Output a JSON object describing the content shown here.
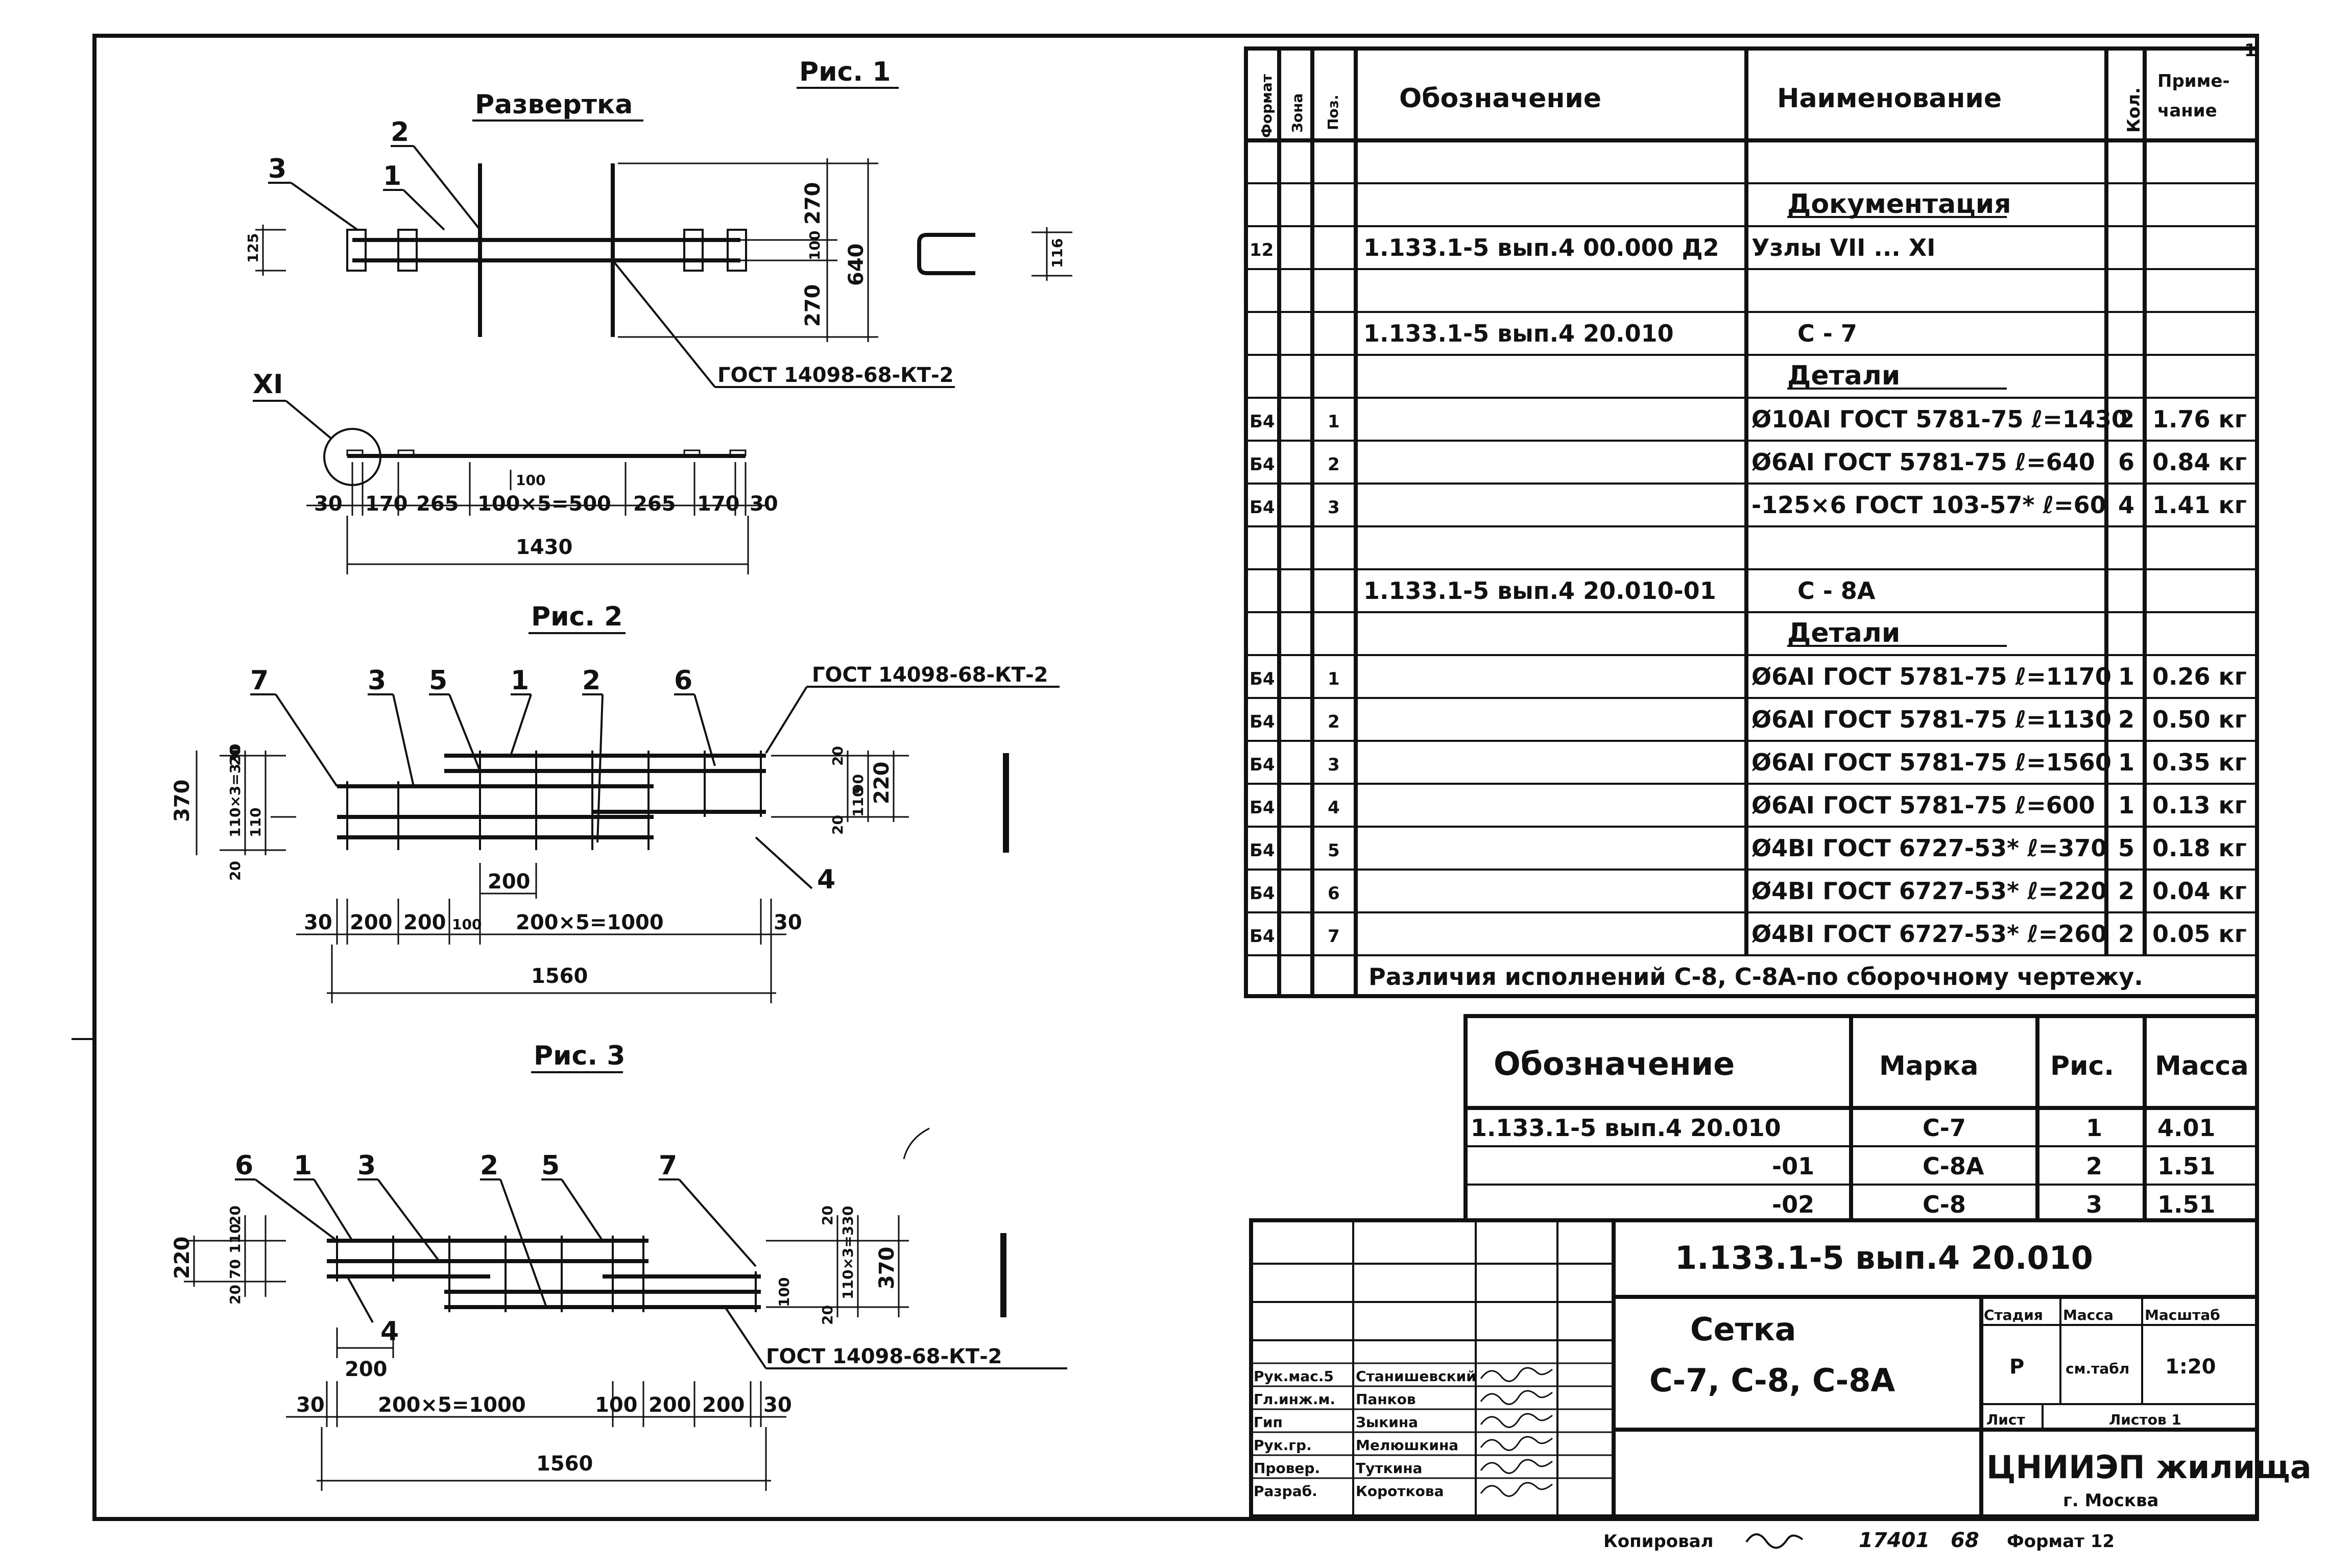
{
  "figures": {
    "fig1": {
      "title": "Рис. 1",
      "subtitle": "Развертка",
      "callouts": [
        "3",
        "2",
        "1"
      ],
      "gost_label": "ГОСТ 14098-68-КТ-2",
      "node_label": "XI",
      "left_dim": "125",
      "right_dim": "116",
      "vert_dims": [
        "270",
        "100",
        "270",
        "640"
      ],
      "top_dim": "100",
      "chain_dims": [
        "30",
        "170",
        "265",
        "100×5=500",
        "265",
        "170",
        "30"
      ],
      "total": "1430"
    },
    "fig2": {
      "title": "Рис. 2",
      "callouts": [
        "7",
        "3",
        "5",
        "1",
        "2",
        "6",
        "4"
      ],
      "gost_label": "ГОСТ 14098-68-КТ-2",
      "left_dims": [
        "20",
        "110×3=330",
        "110",
        "20",
        "370"
      ],
      "right_dims": [
        "20",
        "90",
        "110",
        "20",
        "220"
      ],
      "step_dim": "200",
      "chain_dims": [
        "30",
        "200",
        "200",
        "100",
        "200×5=1000",
        "30"
      ],
      "total": "1560"
    },
    "fig3": {
      "title": "Рис. 3",
      "callouts": [
        "6",
        "1",
        "3",
        "2",
        "5",
        "7",
        "4"
      ],
      "gost_label": "ГОСТ 14098-68-КТ-2",
      "left_dims": [
        "220",
        "20",
        "70",
        "110",
        "20"
      ],
      "right_dims": [
        "20",
        "110×3=330",
        "100",
        "20",
        "370"
      ],
      "step_dim": "200",
      "chain_dims": [
        "30",
        "200×5=1000",
        "100",
        "200",
        "200",
        "30"
      ],
      "total": "1560"
    }
  },
  "spec": {
    "headers": {
      "format": "Формат",
      "zone": "Зона",
      "pos": "Поз.",
      "designation": "Обозначение",
      "name": "Наименование",
      "qty": "Кол.",
      "note": "Приме-\nчание"
    },
    "rows": [
      {
        "format": "",
        "zone": "",
        "pos": "",
        "designation": "",
        "name": "",
        "qty": "",
        "note": ""
      },
      {
        "format": "",
        "zone": "",
        "pos": "",
        "designation": "",
        "name": "Документация",
        "qty": "",
        "note": "",
        "heading": true
      },
      {
        "format": "12",
        "zone": "",
        "pos": "",
        "designation": "1.133.1-5 вып.4 00.000 Д2",
        "name": "Узлы VII ... XI",
        "qty": "",
        "note": ""
      },
      {
        "format": "",
        "zone": "",
        "pos": "",
        "designation": "",
        "name": "",
        "qty": "",
        "note": ""
      },
      {
        "format": "",
        "zone": "",
        "pos": "",
        "designation": "1.133.1-5 вып.4 20.010",
        "name": "С - 7",
        "qty": "",
        "note": ""
      },
      {
        "format": "",
        "zone": "",
        "pos": "",
        "designation": "",
        "name": "Детали",
        "qty": "",
        "note": "",
        "heading": true
      },
      {
        "format": "Б4",
        "zone": "",
        "pos": "1",
        "designation": "",
        "name": "Ø10АI ГОСТ 5781-75 ℓ=1430",
        "qty": "2",
        "note": "1.76 кг"
      },
      {
        "format": "Б4",
        "zone": "",
        "pos": "2",
        "designation": "",
        "name": "Ø6АI ГОСТ 5781-75 ℓ=640",
        "qty": "6",
        "note": "0.84 кг"
      },
      {
        "format": "Б4",
        "zone": "",
        "pos": "3",
        "designation": "",
        "name": "-125×6 ГОСТ 103-57* ℓ=60",
        "qty": "4",
        "note": "1.41 кг"
      },
      {
        "format": "",
        "zone": "",
        "pos": "",
        "designation": "",
        "name": "",
        "qty": "",
        "note": ""
      },
      {
        "format": "",
        "zone": "",
        "pos": "",
        "designation": "1.133.1-5 вып.4 20.010-01",
        "name": "С - 8А",
        "qty": "",
        "note": ""
      },
      {
        "format": "",
        "zone": "",
        "pos": "",
        "designation": "",
        "name": "Детали",
        "qty": "",
        "note": "",
        "heading": true
      },
      {
        "format": "Б4",
        "zone": "",
        "pos": "1",
        "designation": "",
        "name": "Ø6АI ГОСТ 5781-75 ℓ=1170",
        "qty": "1",
        "note": "0.26 кг"
      },
      {
        "format": "Б4",
        "zone": "",
        "pos": "2",
        "designation": "",
        "name": "Ø6АI ГОСТ 5781-75 ℓ=1130",
        "qty": "2",
        "note": "0.50 кг"
      },
      {
        "format": "Б4",
        "zone": "",
        "pos": "3",
        "designation": "",
        "name": "Ø6АI ГОСТ 5781-75 ℓ=1560",
        "qty": "1",
        "note": "0.35 кг"
      },
      {
        "format": "Б4",
        "zone": "",
        "pos": "4",
        "designation": "",
        "name": "Ø6АI ГОСТ 5781-75 ℓ=600",
        "qty": "1",
        "note": "0.13 кг"
      },
      {
        "format": "Б4",
        "zone": "",
        "pos": "5",
        "designation": "",
        "name": "Ø4ВI ГОСТ 6727-53* ℓ=370",
        "qty": "5",
        "note": "0.18 кг"
      },
      {
        "format": "Б4",
        "zone": "",
        "pos": "6",
        "designation": "",
        "name": "Ø4ВI ГОСТ 6727-53* ℓ=220",
        "qty": "2",
        "note": "0.04 кг"
      },
      {
        "format": "Б4",
        "zone": "",
        "pos": "7",
        "designation": "",
        "name": "Ø4ВI ГОСТ 6727-53* ℓ=260",
        "qty": "2",
        "note": "0.05 кг"
      }
    ],
    "footnote": "Различия исполнений С-8, С-8А-по сборочному чертежу."
  },
  "variants": {
    "headers": {
      "designation": "Обозначение",
      "mark": "Марка",
      "fig": "Рис.",
      "mass": "Масса"
    },
    "rows": [
      {
        "designation": "1.133.1-5 вып.4 20.010",
        "mark": "С-7",
        "fig": "1",
        "mass": "4.01"
      },
      {
        "designation": "-01",
        "mark": "С-8А",
        "fig": "2",
        "mass": "1.51"
      },
      {
        "designation": "-02",
        "mark": "С-8",
        "fig": "3",
        "mass": "1.51"
      }
    ]
  },
  "title_block": {
    "doc_code": "1.133.1-5 вып.4 20.010",
    "title": "Сетка",
    "subtitle": "С-7, С-8, С-8А",
    "stage_label": "Стадия",
    "mass_label": "Масса",
    "scale_label": "Масштаб",
    "stage": "Р",
    "mass": "см.табл",
    "scale": "1:20",
    "sheet_label": "Лист",
    "sheets_label": "Листов 1",
    "org": "ЦНИИЭП жилища",
    "city": "г. Москва",
    "people": [
      {
        "role": "Рук.мас.5",
        "name": "Станишевский"
      },
      {
        "role": "Гл.инж.м.",
        "name": "Панков"
      },
      {
        "role": "Гип",
        "name": "Зыкина"
      },
      {
        "role": "Рук.гр.",
        "name": "Мелюшкина"
      },
      {
        "role": "Провер.",
        "name": "Туткина"
      },
      {
        "role": "Разраб.",
        "name": "Короткова"
      }
    ]
  },
  "footer": {
    "copied": "Копировал",
    "number": "17401",
    "sheet_no": "68",
    "format": "Формат 12"
  },
  "corner_mark": "1"
}
